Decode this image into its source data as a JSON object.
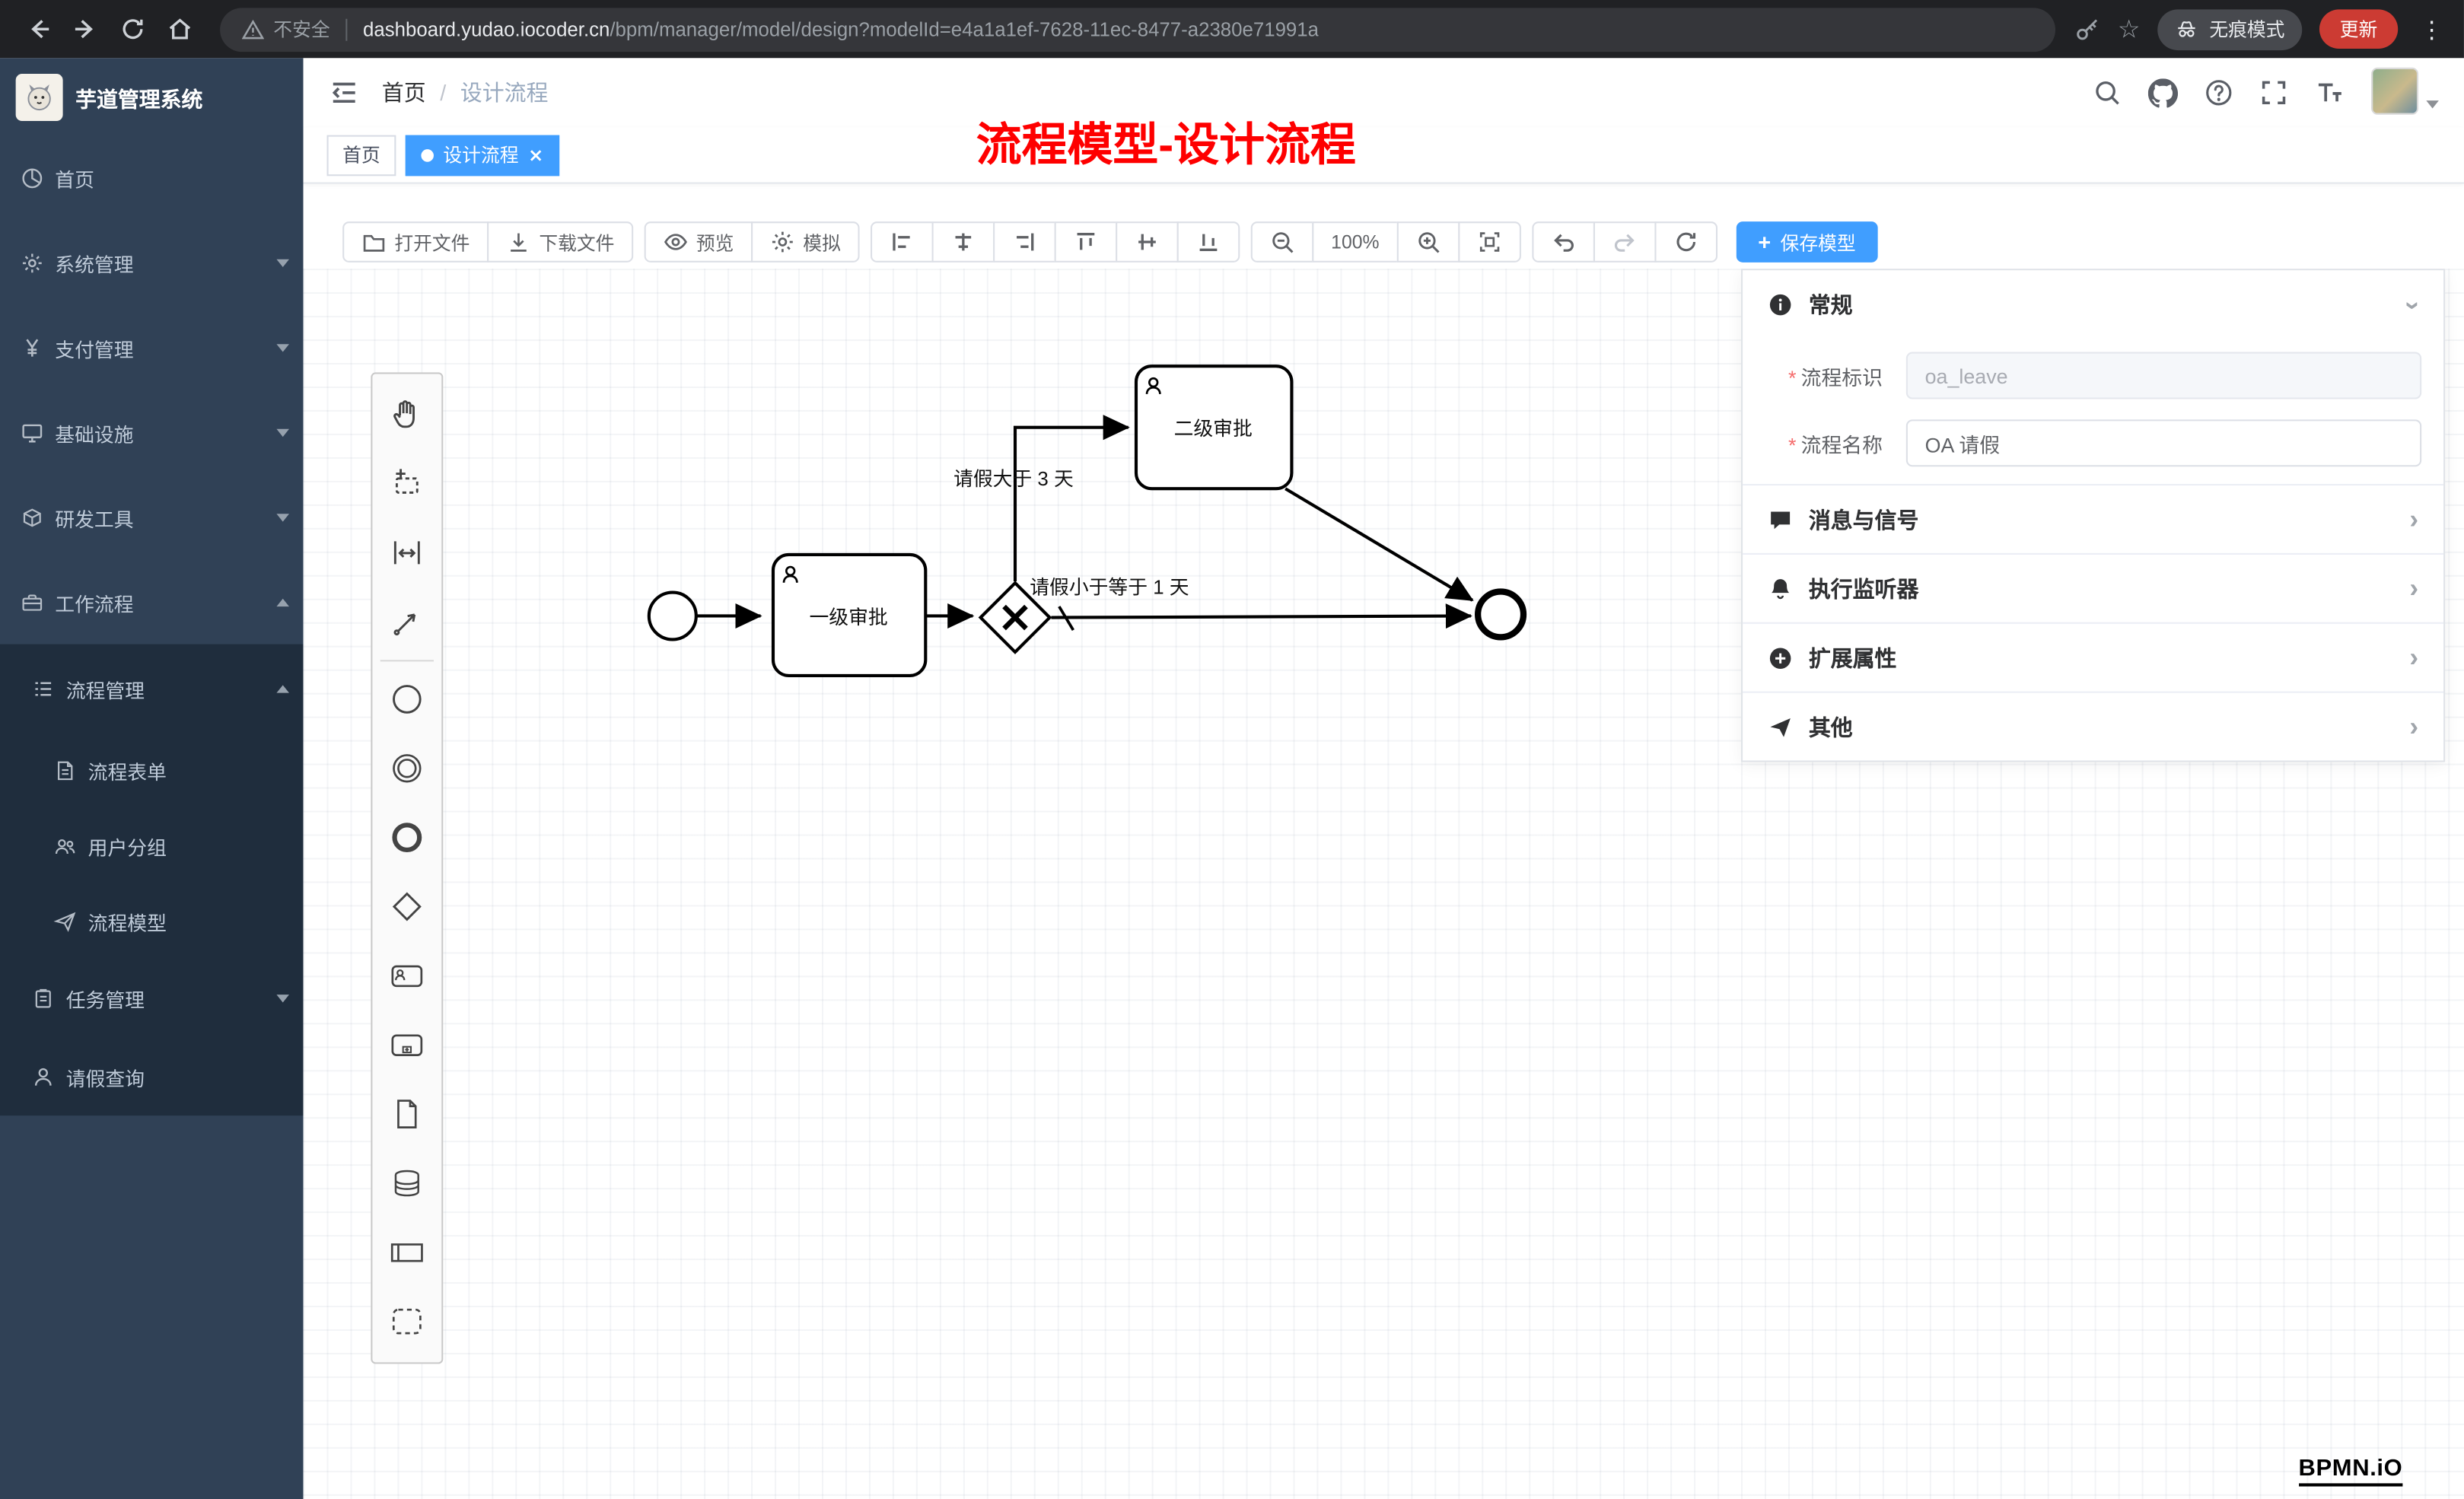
{
  "browser": {
    "security": "不安全",
    "url_host": "dashboard.yudao.iocoder.cn",
    "url_path": "/bpm/manager/model/design?modelId=e4a1a1ef-7628-11ec-8477-a2380e71991a",
    "incognito": "无痕模式",
    "update": "更新"
  },
  "sidebar": {
    "title": "芋道管理系统",
    "items": [
      {
        "label": "首页"
      },
      {
        "label": "系统管理"
      },
      {
        "label": "支付管理"
      },
      {
        "label": "基础设施"
      },
      {
        "label": "研发工具"
      },
      {
        "label": "工作流程"
      },
      {
        "label": "流程管理"
      },
      {
        "label": "流程表单"
      },
      {
        "label": "用户分组"
      },
      {
        "label": "流程模型"
      },
      {
        "label": "任务管理"
      },
      {
        "label": "请假查询"
      }
    ]
  },
  "header": {
    "breadcrumb": {
      "home": "首页",
      "separator": "/",
      "current": "设计流程"
    },
    "annotation": "流程模型-设计流程"
  },
  "tabs": {
    "home": "首页",
    "active": "设计流程"
  },
  "toolbar": {
    "open_file": "打开文件",
    "download_file": "下载文件",
    "preview": "预览",
    "simulate": "模拟",
    "zoom_level": "100%",
    "save_plus": "+",
    "save_model": "保存模型"
  },
  "diagram": {
    "task1": "一级审批",
    "task2": "二级审批",
    "flow_gt3": "请假大于 3 天",
    "flow_le1": "请假小于等于 1 天"
  },
  "panel": {
    "general": "常规",
    "required_mark": "*",
    "process_key_label": "流程标识",
    "process_key_value": "oa_leave",
    "process_name_label": "流程名称",
    "process_name_value": "OA 请假",
    "sections": [
      {
        "title": "消息与信号"
      },
      {
        "title": "执行监听器"
      },
      {
        "title": "扩展属性"
      },
      {
        "title": "其他"
      }
    ]
  },
  "watermark": "BPMN.iO"
}
